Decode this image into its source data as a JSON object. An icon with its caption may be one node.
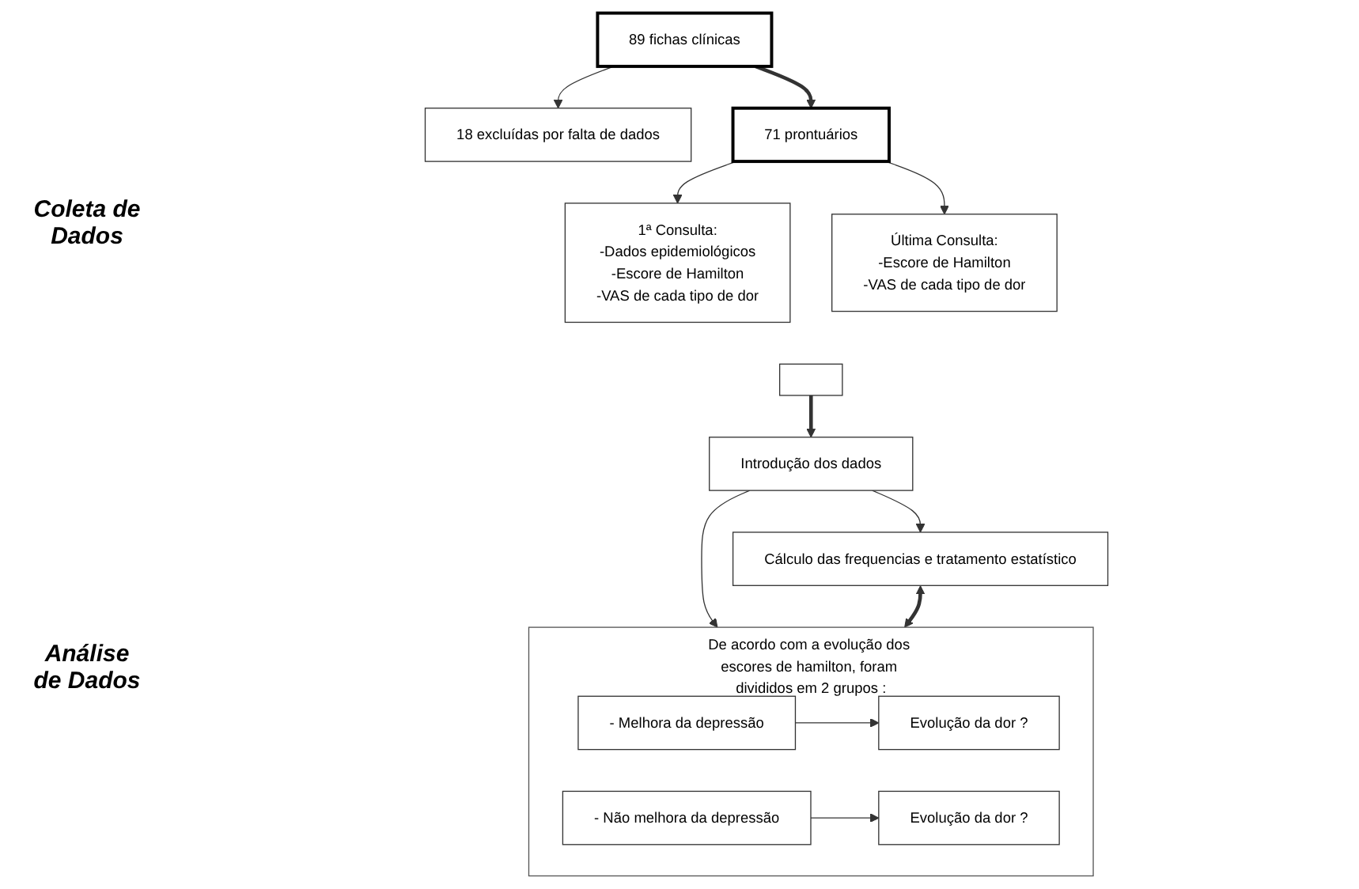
{
  "diagram": {
    "nodes": [
      {
        "text": [
          "89 fichas clínicas"
        ]
      },
      {
        "text": [
          "18 excluídas por falta de dados"
        ]
      },
      {
        "text": [
          "71 prontuários"
        ]
      },
      {
        "text": [
          "1ª Consulta:",
          "-Dados epidemiológicos",
          "-Escore de Hamilton",
          "-VAS de cada tipo de dor"
        ]
      },
      {
        "text": [
          "Última Consulta:",
          "-Escore de Hamilton",
          "-VAS de cada tipo de dor"
        ]
      },
      {
        "text": [],
        "shape": "box"
      },
      {
        "text": [
          "Introdução dos dados"
        ]
      },
      {
        "text": [
          "Cálculo das frequencias e tratamento estatístico"
        ]
      },
      {
        "text": [
          "De acordo com a evolução dos escores de hamilton, foram divididos em 2 grupos :"
        ]
      },
      {
        "text": [
          "- Melhora da depressão"
        ],
        "in": 8
      },
      {
        "text": [
          "Evolução da dor ?"
        ],
        "in": 8
      },
      {
        "text": [
          "- Não melhora da depressão"
        ],
        "in": 8
      },
      {
        "text": [
          "Evolução da dor ?"
        ],
        "in": 8
      }
    ],
    "edges": [
      {
        "from": 0,
        "to": 2,
        "arrow": "to",
        "style": "thick"
      },
      {
        "from": 0,
        "to": 1,
        "arrow": "to"
      },
      {
        "from": 2,
        "to": 3,
        "arrow": "to"
      },
      {
        "from": 2,
        "to": 4,
        "arrow": "to"
      },
      {
        "from": 5,
        "to": 6,
        "arrow": "to",
        "style": "thick"
      },
      {
        "from": 6,
        "to": 7,
        "arrow": "to"
      },
      {
        "from": 6,
        "to": 8,
        "arrow": "to"
      },
      {
        "from": 7,
        "to": 8,
        "arrow": "both",
        "style": "thick"
      },
      {
        "from": 9,
        "to": 10,
        "arrow": "to"
      },
      {
        "from": 11,
        "to": 12,
        "arrow": "to"
      }
    ],
    "labels": [
      "Coleta de Dados",
      "Análise de Dados"
    ]
  }
}
